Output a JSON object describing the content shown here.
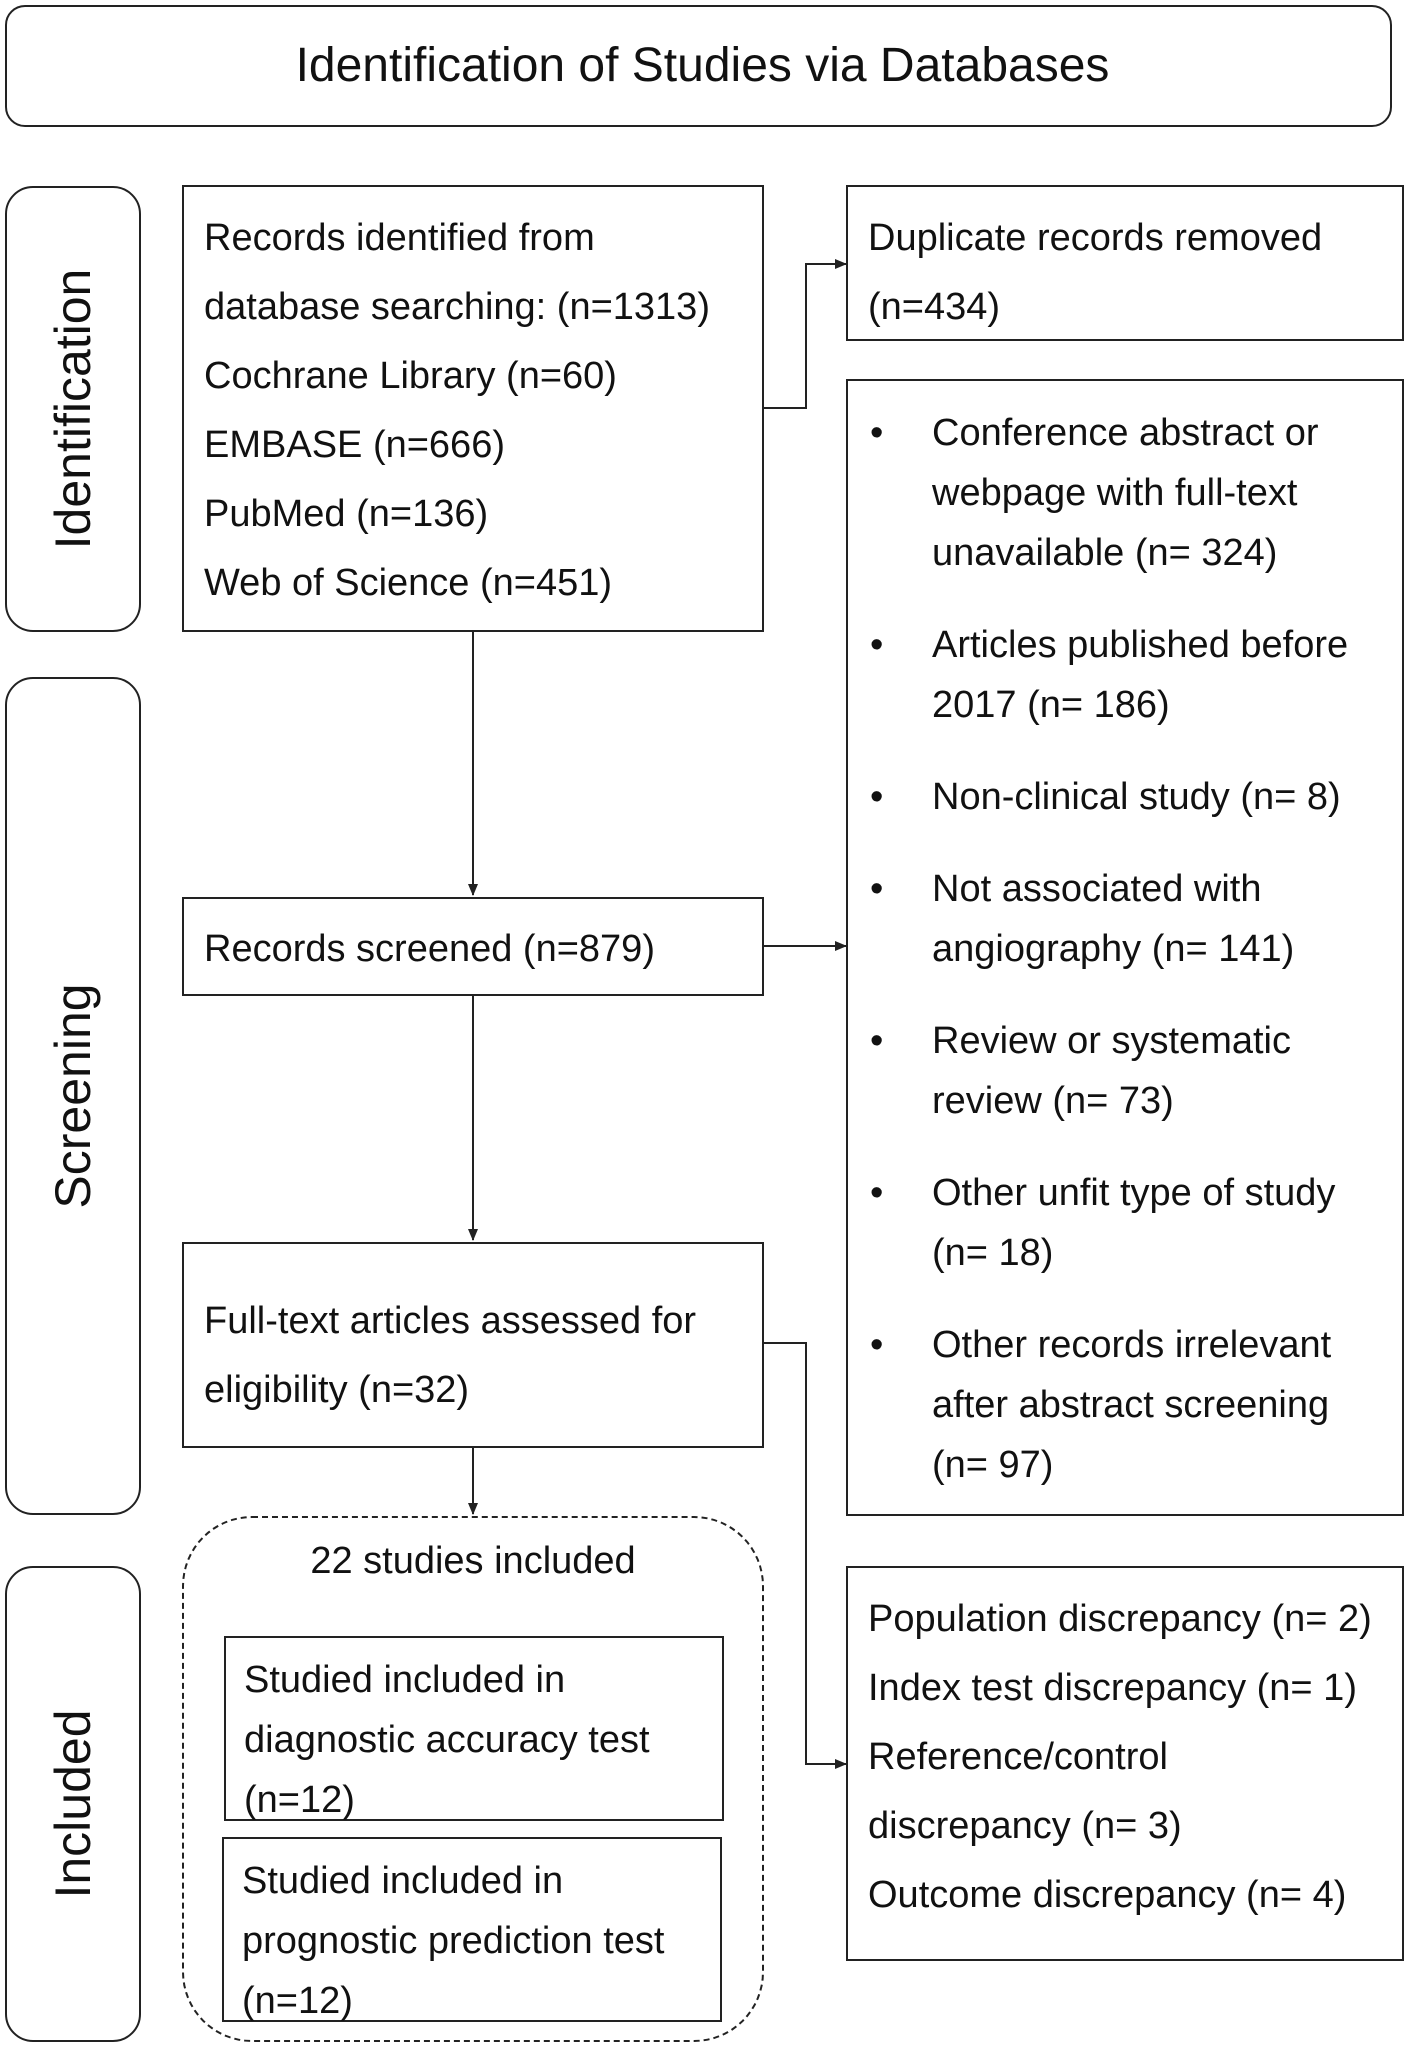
{
  "header": {
    "title": "Identification of Studies via Databases"
  },
  "phases": {
    "identification": "Identification",
    "screening": "Screening",
    "included": "Included"
  },
  "records_identified": {
    "lines": [
      "Records identified from",
      "database searching: (n=1313)",
      "Cochrane Library (n=60)",
      "EMBASE (n=666)",
      "PubMed (n=136)",
      "Web of Science (n=451)"
    ]
  },
  "duplicates": {
    "lines": [
      "Duplicate records removed",
      "(n=434)"
    ]
  },
  "screened": {
    "label": "Records screened (n=879)"
  },
  "exclusions": {
    "bullet": "•",
    "items": [
      "Conference abstract or\nwebpage with full-text\nunavailable (n= 324)",
      "Articles published before\n2017  (n= 186)",
      "Non-clinical study (n= 8)",
      "Not associated with\nangiography (n= 141)",
      "Review or systematic\nreview (n= 73)",
      "Other unfit type of study\n(n= 18)",
      "Other records irrelevant\nafter abstract screening\n(n= 97)"
    ]
  },
  "fulltext": {
    "lines": [
      "Full-text articles assessed for",
      "eligibility (n=32)"
    ]
  },
  "included": {
    "title": "22 studies included",
    "diagnostic": "Studied included in\ndiagnostic accuracy test\n(n=12)",
    "prognostic": "Studied included in\nprognostic prediction test\n(n=12)"
  },
  "fulltext_exclusions": {
    "lines": [
      "Population discrepancy (n= 2)",
      "Index test discrepancy (n= 1)",
      "Reference/control",
      "discrepancy (n= 3)",
      "Outcome discrepancy (n= 4)"
    ]
  }
}
